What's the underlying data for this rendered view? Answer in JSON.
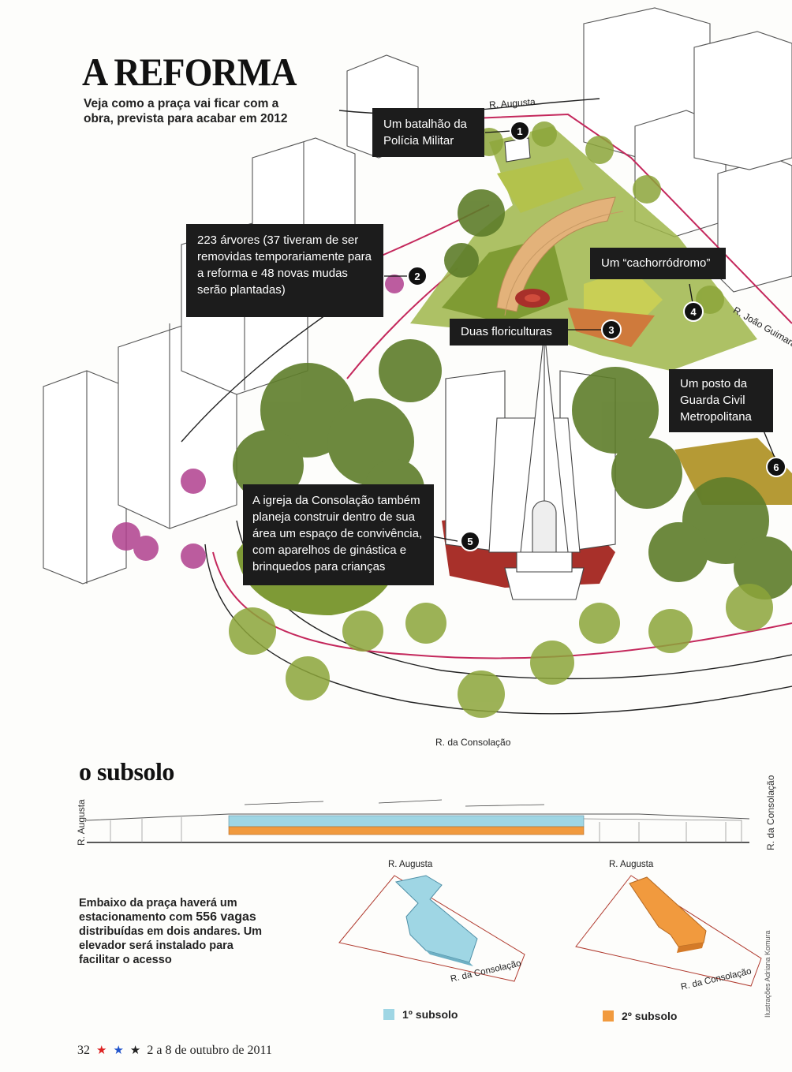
{
  "header": {
    "title": "A REFORMA",
    "subtitle": "Veja como a praça vai ficar com a obra, prevista para acabar em 2012"
  },
  "streets": {
    "augusta": "R. Augusta",
    "joao": "R. João Guimarães",
    "consolacao": "R. da Consolação"
  },
  "callouts": [
    {
      "number": "1",
      "text": "Um batalhão da Polícia Militar"
    },
    {
      "number": "2",
      "text": "223 árvores (37 tiveram de ser removidas temporariamente para a reforma e 48 novas mudas serão plantadas)"
    },
    {
      "number": "3",
      "text": "Duas floriculturas"
    },
    {
      "number": "4",
      "text": "Um “cachorródromo”"
    },
    {
      "number": "5",
      "text": "A igreja da Consolação também planeja construir dentro de sua área um espaço de convivência, com aparelhos de ginástica e brinquedos para crianças"
    },
    {
      "number": "6",
      "text": "Um posto da Guarda Civil Metropolitana"
    }
  ],
  "subsolo": {
    "title": "o subsolo",
    "section_left": "R. Augusta",
    "section_right": "R. da Consolação",
    "text_before": "Embaixo da praça haverá um estacionamento com ",
    "text_bold": "556 vagas",
    "text_after": " distribuídas em dois andares. Um elevador será instalado para facilitar o acesso",
    "plan1_top": "R. Augusta",
    "plan1_bottom": "R. da Consolação",
    "plan2_top": "R. Augusta",
    "plan2_bottom": "R. da Consolação",
    "legend": [
      {
        "label": "1º subsolo",
        "color": "#9fd6e4"
      },
      {
        "label": "2º subsolo",
        "color": "#f19a3e"
      }
    ]
  },
  "credit": "Ilustrações Adriana Komura",
  "footer": {
    "page": "32",
    "date": "2 a 8 de outubro de 2011"
  },
  "colors": {
    "grass": "#8aa63a",
    "tree": "#5e7d2a",
    "blossom": "#b0408e",
    "path_red": "#c4285c",
    "plaza_red": "#a8302a",
    "sand": "#e3b27a",
    "callout_bg": "#1c1c1c",
    "subsolo1": "#9fd6e4",
    "subsolo2": "#f19a3e"
  }
}
